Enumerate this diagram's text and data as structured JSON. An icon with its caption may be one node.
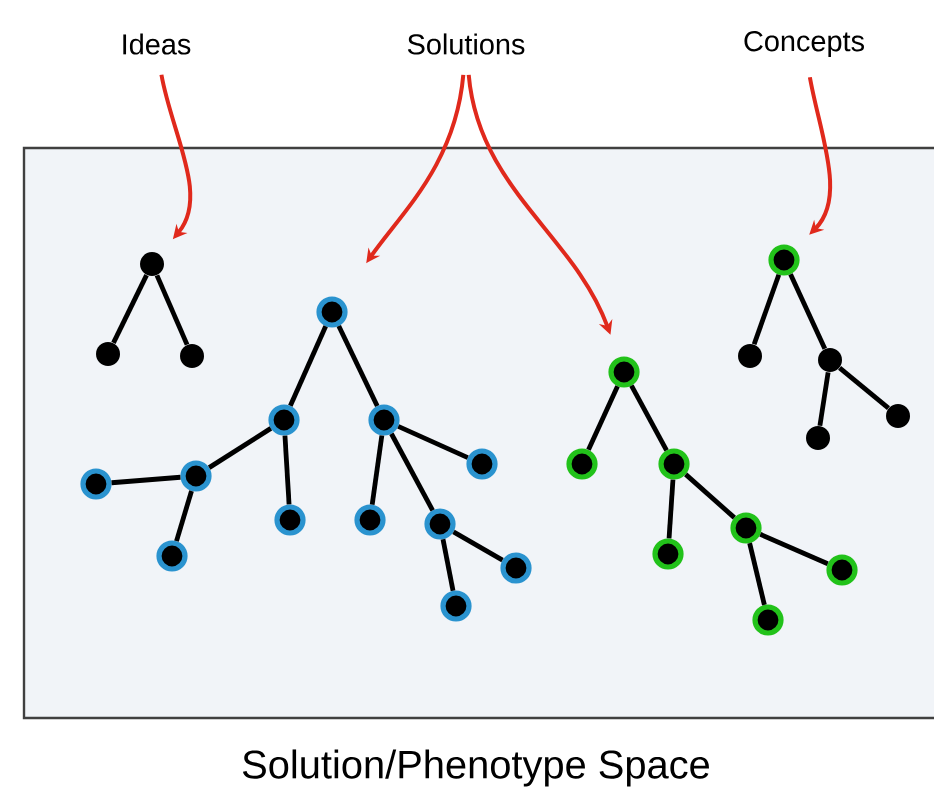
{
  "diagram": {
    "nodes": [
      {
        "text": [
          "Ideas"
        ]
      },
      {
        "text": [
          "Solutions"
        ]
      },
      {
        "text": [
          "Concepts"
        ]
      },
      {
        "text": [
          "Solution/Phenotype Space"
        ]
      },
      {
        "text": [],
        "shape": "circle",
        "in": 3
      },
      {
        "text": [],
        "shape": "circle",
        "in": 3
      },
      {
        "text": [],
        "shape": "circle",
        "in": 3
      },
      {
        "text": [],
        "shape": "circle",
        "in": 3
      },
      {
        "text": [],
        "shape": "circle",
        "in": 3
      },
      {
        "text": [],
        "shape": "circle",
        "in": 3
      },
      {
        "text": [],
        "shape": "circle",
        "in": 3
      },
      {
        "text": [],
        "shape": "circle",
        "in": 3
      },
      {
        "text": [],
        "shape": "circle",
        "in": 3
      },
      {
        "text": [],
        "shape": "circle",
        "in": 3
      },
      {
        "text": [],
        "shape": "circle",
        "in": 3
      },
      {
        "text": [],
        "shape": "circle",
        "in": 3
      },
      {
        "text": [],
        "shape": "circle",
        "in": 3
      },
      {
        "text": [],
        "shape": "circle",
        "in": 3
      },
      {
        "text": [],
        "shape": "circle",
        "in": 3
      },
      {
        "text": [],
        "shape": "circle",
        "in": 3
      },
      {
        "text": [],
        "shape": "circle",
        "in": 3
      },
      {
        "text": [],
        "shape": "circle",
        "in": 3
      },
      {
        "text": [],
        "shape": "circle",
        "in": 3
      },
      {
        "text": [],
        "shape": "circle",
        "in": 3
      },
      {
        "text": [],
        "shape": "circle",
        "in": 3
      },
      {
        "text": [],
        "shape": "circle",
        "in": 3
      },
      {
        "text": [],
        "shape": "circle",
        "in": 3
      },
      {
        "text": [],
        "shape": "circle",
        "in": 3
      },
      {
        "text": [],
        "shape": "circle",
        "in": 3
      },
      {
        "text": [],
        "shape": "circle",
        "in": 3
      },
      {
        "text": [],
        "shape": "circle",
        "in": 3
      }
    ],
    "edges": [
      {
        "from": 0,
        "to": 4,
        "arrow": "to",
        "color": "#e0291c"
      },
      {
        "from": 1,
        "to": 7,
        "arrow": "to",
        "color": "#e0291c"
      },
      {
        "from": 1,
        "to": 19,
        "arrow": "to",
        "color": "#e0291c"
      },
      {
        "from": 2,
        "to": 26,
        "arrow": "to",
        "color": "#e0291c"
      },
      {
        "from": 4,
        "to": 5,
        "arrow": "none"
      },
      {
        "from": 4,
        "to": 6,
        "arrow": "none"
      },
      {
        "from": 7,
        "to": 8,
        "arrow": "none"
      },
      {
        "from": 7,
        "to": 9,
        "arrow": "none"
      },
      {
        "from": 8,
        "to": 10,
        "arrow": "none"
      },
      {
        "from": 8,
        "to": 13,
        "arrow": "none"
      },
      {
        "from": 10,
        "to": 11,
        "arrow": "none"
      },
      {
        "from": 10,
        "to": 12,
        "arrow": "none"
      },
      {
        "from": 9,
        "to": 14,
        "arrow": "none"
      },
      {
        "from": 9,
        "to": 15,
        "arrow": "none"
      },
      {
        "from": 9,
        "to": 16,
        "arrow": "none"
      },
      {
        "from": 16,
        "to": 17,
        "arrow": "none"
      },
      {
        "from": 16,
        "to": 18,
        "arrow": "none"
      },
      {
        "from": 19,
        "to": 20,
        "arrow": "none"
      },
      {
        "from": 19,
        "to": 21,
        "arrow": "none"
      },
      {
        "from": 21,
        "to": 22,
        "arrow": "none"
      },
      {
        "from": 21,
        "to": 23,
        "arrow": "none"
      },
      {
        "from": 23,
        "to": 24,
        "arrow": "none"
      },
      {
        "from": 23,
        "to": 25,
        "arrow": "none"
      },
      {
        "from": 26,
        "to": 27,
        "arrow": "none"
      },
      {
        "from": 26,
        "to": 28,
        "arrow": "none"
      },
      {
        "from": 28,
        "to": 29,
        "arrow": "none"
      },
      {
        "from": 28,
        "to": 30,
        "arrow": "none"
      }
    ]
  }
}
